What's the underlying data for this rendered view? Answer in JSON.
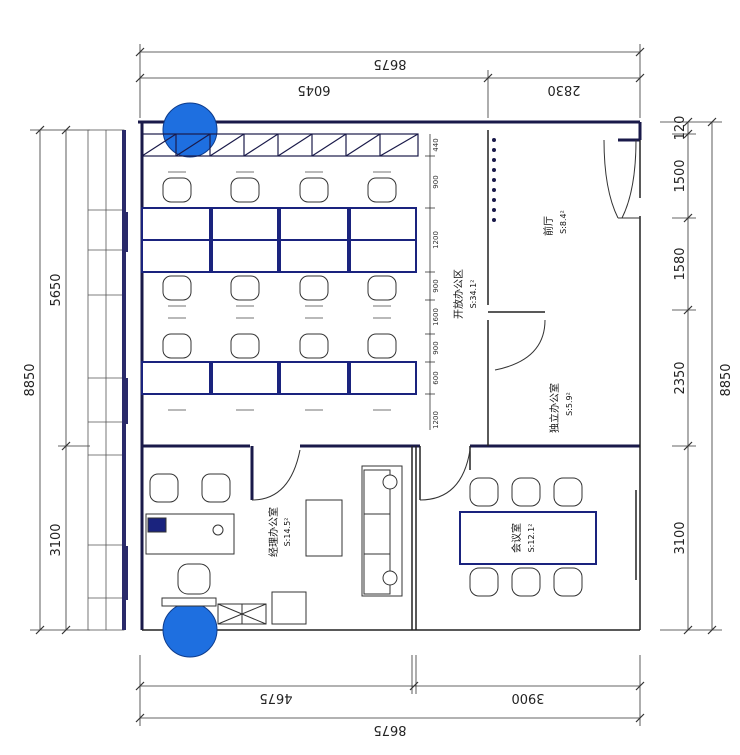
{
  "dimensions": {
    "top_total": "8675",
    "top_left": "6045",
    "top_right": "2830",
    "bottom_left": "4675",
    "bottom_right": "3900",
    "bottom_total": "8675",
    "left_total": "8850",
    "left_upper": "5650",
    "left_lower": "3100",
    "right_total": "8850",
    "right_seg_1": "120",
    "right_seg_2": "1500",
    "right_seg_3": "1580",
    "right_seg_4": "2350",
    "right_seg_5": "3100"
  },
  "inner_dimensions": [
    "440",
    "900",
    "1200",
    "900",
    "1600",
    "900",
    "600",
    "1200"
  ],
  "rooms": {
    "open_office": {
      "name": "开放办公区",
      "area": "S:34.1²"
    },
    "reception": {
      "name": "前厅",
      "area": "S:8.4²"
    },
    "private_office": {
      "name": "独立办公室",
      "area": "S:5.9²"
    },
    "manager_office": {
      "name": "经理办公室",
      "area": "S:14.5²"
    },
    "meeting_room": {
      "name": "会议室",
      "area": "S:12.1²"
    }
  },
  "colors": {
    "wall": "#1a1a4a",
    "column": "#1e6fe0",
    "desk_edge": "#1a237e"
  }
}
